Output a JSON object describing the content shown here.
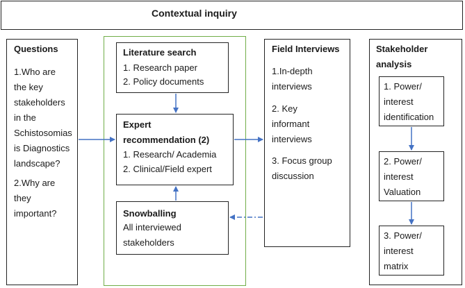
{
  "header": {
    "title": "Contextual inquiry"
  },
  "questions": {
    "title": "Questions",
    "q1": "1.Who are\nthe key\nstakeholders\nin the\nSchistosomias\nis Diagnostics\nlandscape?",
    "q2": "2.Why are\nthey\nimportant?"
  },
  "literature": {
    "title": "Literature search",
    "items": [
      "1. Research paper",
      "2. Policy documents"
    ]
  },
  "expert": {
    "title": "Expert\nrecommendation (2)",
    "items": [
      "1. Research/ Academia",
      "2. Clinical/Field expert"
    ]
  },
  "snowballing": {
    "title": "Snowballing",
    "body": "All interviewed\nstakeholders"
  },
  "field": {
    "title": "Field Interviews",
    "items": [
      "1.In-depth\ninterviews",
      "2. Key\ninformant\ninterviews",
      "3. Focus group\ndiscussion"
    ]
  },
  "stakeholder": {
    "title": "Stakeholder\nanalysis",
    "steps": [
      "1. Power/\ninterest\nidentification",
      "2. Power/\ninterest\nValuation",
      "3. Power/\ninterest\nmatrix"
    ]
  },
  "colors": {
    "arrow": "#4472c4",
    "group_border": "#70ad47",
    "box_border": "#222222"
  }
}
